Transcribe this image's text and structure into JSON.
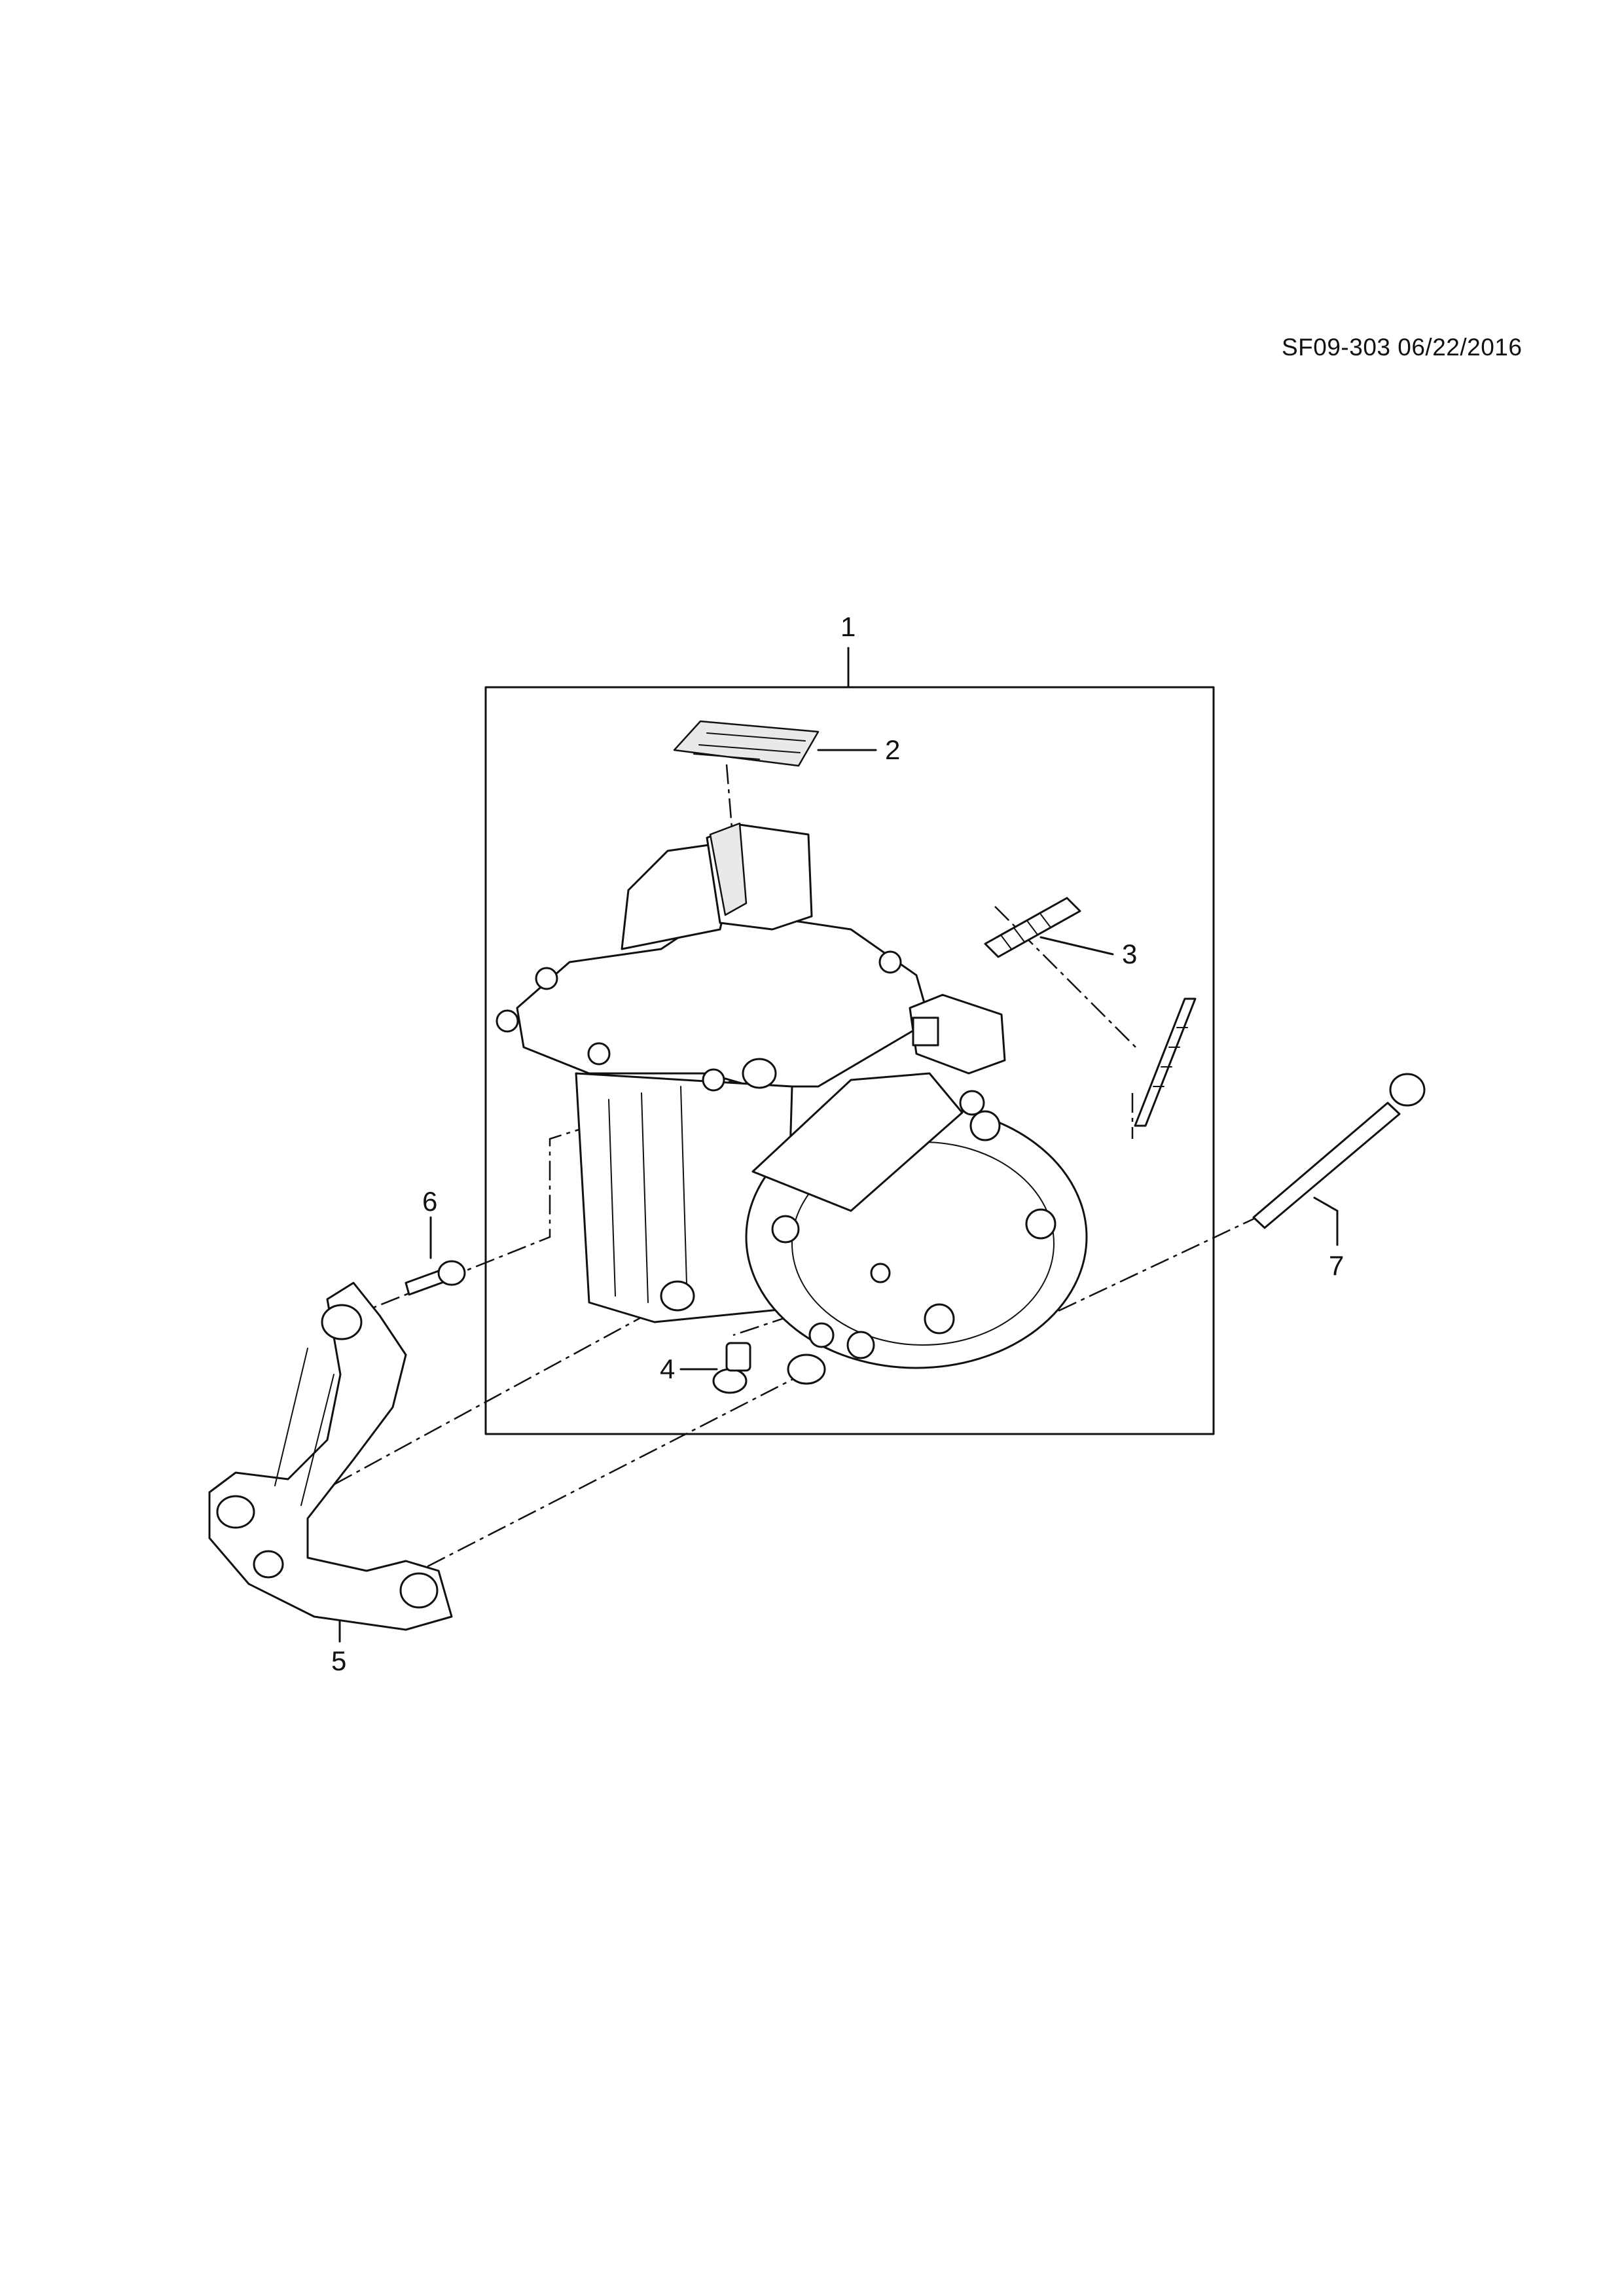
{
  "drawing_code": "SF09-303 06/22/2016",
  "callouts": {
    "c1": "1",
    "c2": "2",
    "c3": "3",
    "c4": "4",
    "c5": "5",
    "c6": "6",
    "c7": "7"
  }
}
